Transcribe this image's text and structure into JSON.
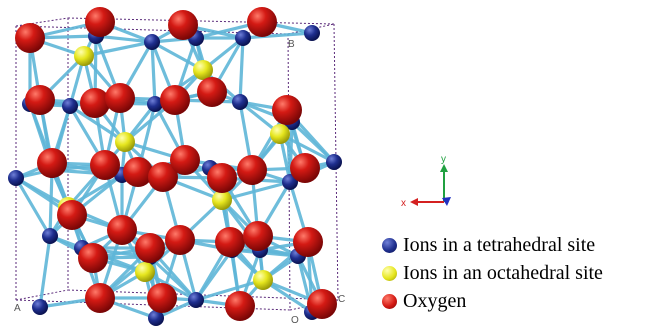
{
  "colors": {
    "tetrahedral": "#1f2f8f",
    "octahedral": "#e6e61e",
    "oxygen": "#c81414",
    "bond": "#5fb6d8",
    "cell": "#5a2a7a",
    "x_axis": "#d42020",
    "y_axis": "#20a040",
    "z_axis": "#2030c0"
  },
  "axis_gizmo": {
    "x_label": "x",
    "y_label": "y"
  },
  "cell_labels": {
    "a": "A",
    "b": "B",
    "c": "C",
    "o": "O"
  },
  "legend": {
    "items": [
      {
        "key": "tetrahedral",
        "label": "Ions in a tetrahedral site"
      },
      {
        "key": "octahedral",
        "label": "Ions in an octahedral site"
      },
      {
        "key": "oxygen",
        "label": "Oxygen"
      }
    ]
  }
}
